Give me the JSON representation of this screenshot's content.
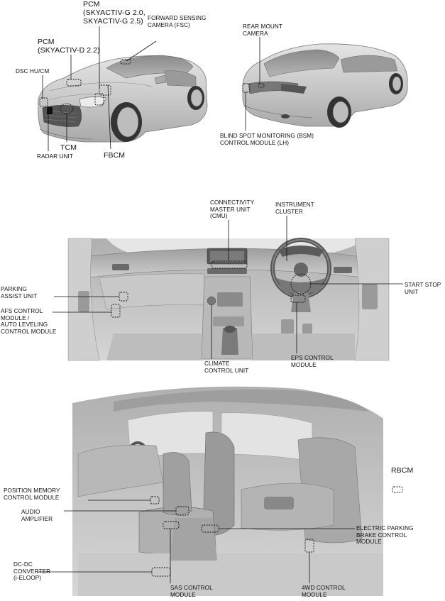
{
  "labels": {
    "pcm_skyactiv_g": "PCM\n(SKYACTIV-G 2.0,\nSKYACTIV-G 2.5)",
    "forward_sensing_camera": "FORWARD SENSING\nCAMERA (FSC)",
    "pcm_skyactiv_d": "PCM\n(SKYACTIV-D 2.2)",
    "dsc_hu_cm": "DSC HU/CM",
    "tcm": "TCM",
    "radar_unit": "RADAR UNIT",
    "fbcm": "FBCM",
    "rear_mount_camera": "REAR MOUNT\nCAMERA",
    "bsm_control_module": "BLIND SPOT MONITORING (BSM)\nCONTROL MODULE (LH)",
    "connectivity_master_unit": "CONNECTIVITY\nMASTER UNIT\n(CMU)",
    "instrument_cluster": "INSTRUMENT\nCLUSTER",
    "parking_assist_unit": "PARKING\nASSIST UNIT",
    "start_stop_unit": "START STOP\nUNIT",
    "afs_control_module": "AFS CONTROL\nMODULE /\nAUTO LEVELING\nCONTROL MODULE",
    "climate_control_unit": "CLIMATE\nCONTROL UNIT",
    "eps_control_module": "EPS CONTROL\nMODULE",
    "rbcm": "RBCM",
    "position_memory_control_module": "POSITION MEMORY\nCONTROL MODULE",
    "audio_amplifier": "AUDIO\nAMPLIFIER",
    "electric_parking_brake": "ELECTRIC PARKING\nBRAKE CONTROL\nMODULE",
    "dc_dc_converter": "DC-DC\nCONVERTER\n(i-ELOOP)",
    "sas_control_module": "SAS CONTROL\nMODULE",
    "awd_control_module": "4WD CONTROL\nMODULE"
  },
  "colors": {
    "leader_line": "#111111",
    "module_outline": "#111111",
    "body_shade": "#cfcfcf",
    "interior_shade": "#c4c4c4"
  }
}
